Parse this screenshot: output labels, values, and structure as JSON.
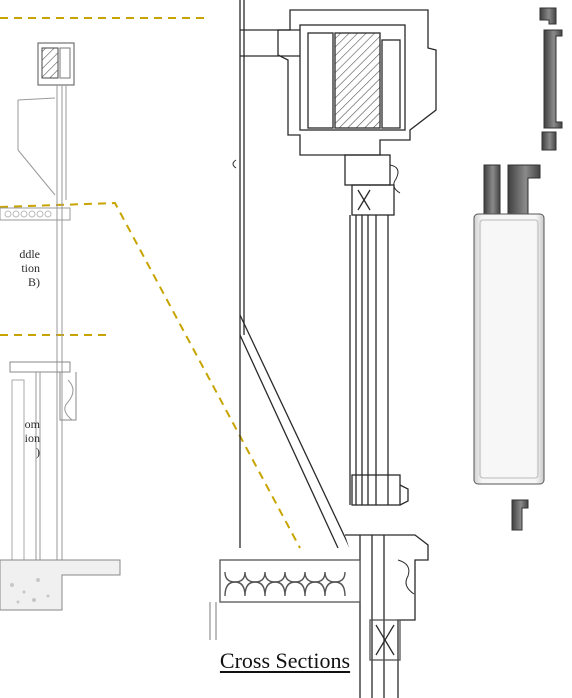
{
  "labels": {
    "middle": [
      "ddle",
      "tion",
      "B)"
    ],
    "bottom": [
      "om",
      "ion",
      ")"
    ]
  },
  "caption": "Cross Sections",
  "colors": {
    "guide": "#c8a400",
    "line": "#2a2a2a",
    "faint": "#9a9a9a"
  }
}
